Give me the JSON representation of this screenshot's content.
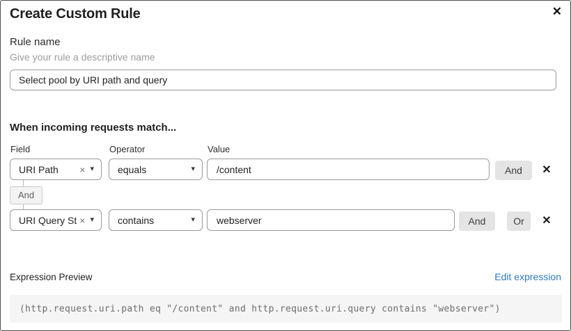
{
  "dialog": {
    "title": "Create Custom Rule"
  },
  "icons": {
    "close": "✕",
    "clear": "×",
    "caret": "▾",
    "remove": "✕"
  },
  "rule_name": {
    "label": "Rule name",
    "helper": "Give your rule a descriptive name",
    "value": "Select pool by URI path and query"
  },
  "matcher": {
    "heading": "When incoming requests match...",
    "columns": {
      "field": "Field",
      "operator": "Operator",
      "value": "Value"
    },
    "connector_label": "And",
    "rows": [
      {
        "field": "URI Path",
        "operator": "equals",
        "value": "/content",
        "and_button": "And"
      },
      {
        "field": "URI Query St...",
        "operator": "contains",
        "value": "webserver",
        "and_button": "And",
        "or_button": "Or"
      }
    ]
  },
  "expression": {
    "label": "Expression Preview",
    "edit_link": "Edit expression",
    "code": "(http.request.uri.path eq \"/content\" and http.request.uri.query contains \"webserver\")"
  },
  "colors": {
    "link_blue": "#2f7bbf",
    "button_gray": "#e4e4e4",
    "code_background": "#f5f5f5"
  }
}
